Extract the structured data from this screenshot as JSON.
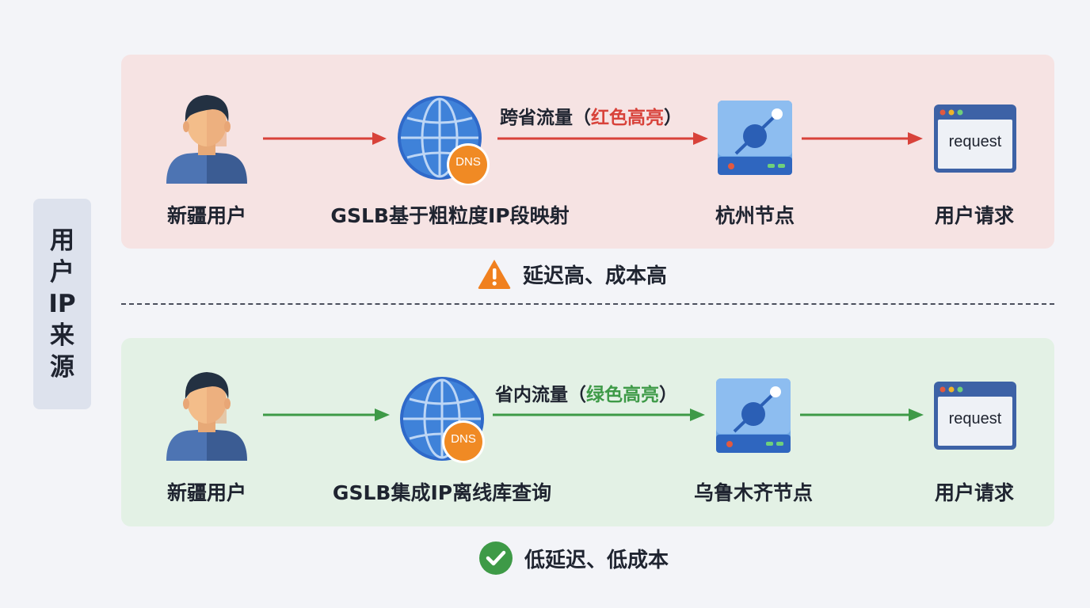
{
  "side_label": {
    "chars": [
      "用",
      "户",
      "IP",
      "来",
      "源"
    ]
  },
  "top": {
    "user_label": "新疆用户",
    "gslb_label": "GSLB基于粗粒度IP段映射",
    "dns_badge": "DNS",
    "flow_prefix": "跨省流量（",
    "flow_highlight": "红色高亮",
    "flow_suffix": "）",
    "node_label": "杭州节点",
    "request_text": "request",
    "request_label": "用户请求",
    "arrow_color": "#d8423a"
  },
  "top_result": {
    "text": "延迟高、成本高",
    "icon": "warning-icon",
    "color": "#f0801f"
  },
  "bottom": {
    "user_label": "新疆用户",
    "gslb_label": "GSLB集成IP离线库查询",
    "dns_badge": "DNS",
    "flow_prefix": "省内流量（",
    "flow_highlight": "绿色高亮",
    "flow_suffix": "）",
    "node_label": "乌鲁木齐节点",
    "request_text": "request",
    "request_label": "用户请求",
    "arrow_color": "#3e9a47"
  },
  "bottom_result": {
    "text": "低延迟、低成本",
    "icon": "check-icon",
    "color": "#3e9a47"
  }
}
